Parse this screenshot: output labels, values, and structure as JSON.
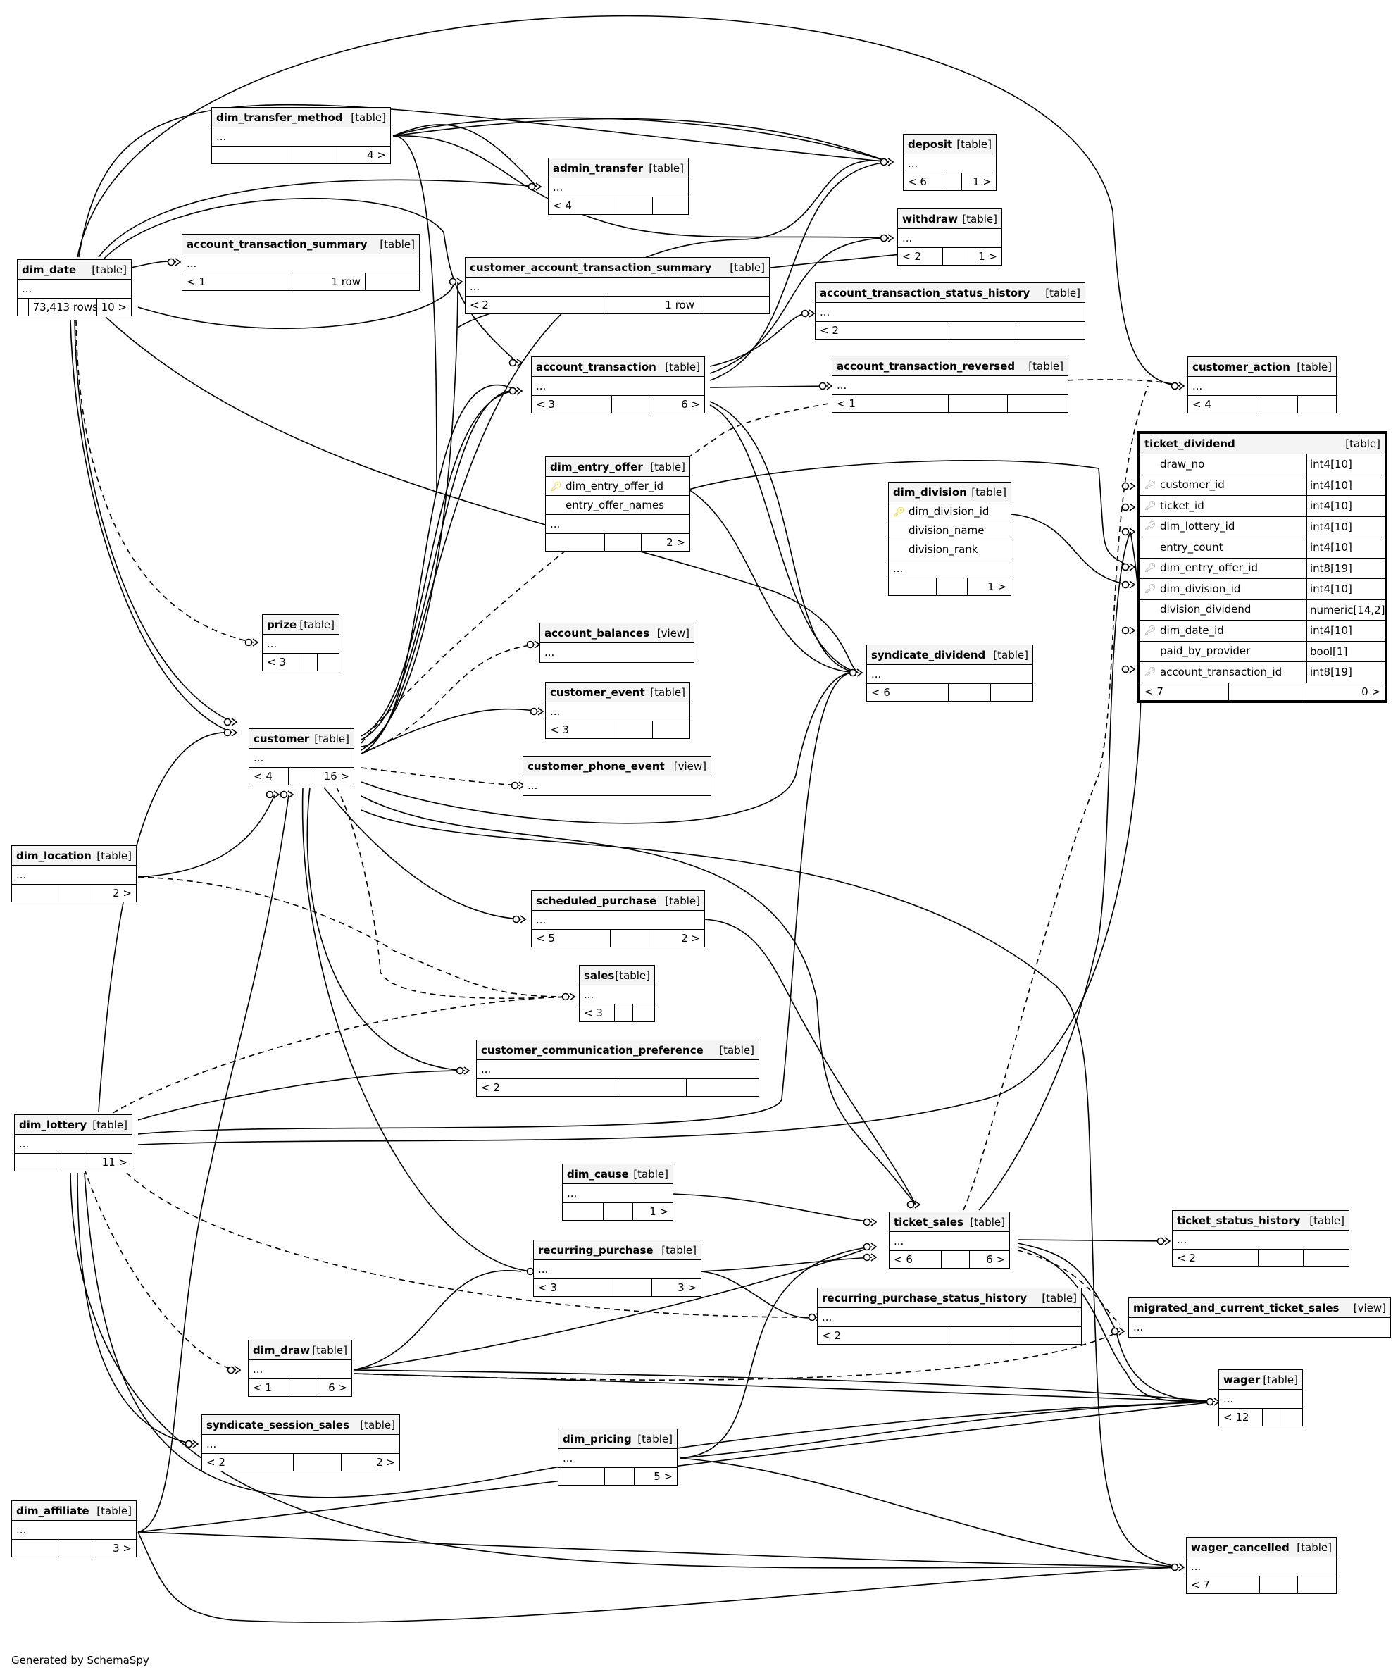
{
  "footer": "Generated by SchemaSpy",
  "tables": {
    "dim_transfer_method": {
      "name": "dim_transfer_method",
      "kind": "[table]",
      "f1": "",
      "f2": "",
      "f3": "4 >"
    },
    "admin_transfer": {
      "name": "admin_transfer",
      "kind": "[table]",
      "f1": "< 4",
      "f2": "",
      "f3": ""
    },
    "deposit": {
      "name": "deposit",
      "kind": "[table]",
      "f1": "< 6",
      "f2": "",
      "f3": "1 >"
    },
    "withdraw": {
      "name": "withdraw",
      "kind": "[table]",
      "f1": "< 2",
      "f2": "",
      "f3": "1 >"
    },
    "account_transaction_summary": {
      "name": "account_transaction_summary",
      "kind": "[table]",
      "f1": "< 1",
      "f2": "1 row",
      "f3": ""
    },
    "customer_account_transaction_summary": {
      "name": "customer_account_transaction_summary",
      "kind": "[table]",
      "f1": "< 2",
      "f2": "1 row",
      "f3": ""
    },
    "dim_date": {
      "name": "dim_date",
      "kind": "[table]",
      "f1": "",
      "f2": "73,413 rows",
      "f3": "10 >"
    },
    "account_transaction_status_history": {
      "name": "account_transaction_status_history",
      "kind": "[table]",
      "f1": "< 2",
      "f2": "",
      "f3": ""
    },
    "account_transaction": {
      "name": "account_transaction",
      "kind": "[table]",
      "f1": "< 3",
      "f2": "",
      "f3": "6 >"
    },
    "account_transaction_reversed": {
      "name": "account_transaction_reversed",
      "kind": "[table]",
      "f1": "< 1",
      "f2": "",
      "f3": ""
    },
    "customer_action": {
      "name": "customer_action",
      "kind": "[table]",
      "f1": "< 4",
      "f2": "",
      "f3": ""
    },
    "dim_entry_offer": {
      "name": "dim_entry_offer",
      "kind": "[table]",
      "cols": [
        "dim_entry_offer_id",
        "entry_offer_names"
      ],
      "f1": "",
      "f2": "",
      "f3": "2 >"
    },
    "dim_division": {
      "name": "dim_division",
      "kind": "[table]",
      "cols": [
        "dim_division_id",
        "division_name",
        "division_rank"
      ],
      "f1": "",
      "f2": "",
      "f3": "1 >"
    },
    "prize": {
      "name": "prize",
      "kind": "[table]",
      "f1": "< 3",
      "f2": "",
      "f3": ""
    },
    "account_balances": {
      "name": "account_balances",
      "kind": "[view]"
    },
    "syndicate_dividend": {
      "name": "syndicate_dividend",
      "kind": "[table]",
      "f1": "< 6",
      "f2": "",
      "f3": ""
    },
    "customer_event": {
      "name": "customer_event",
      "kind": "[table]",
      "f1": "< 3",
      "f2": "",
      "f3": ""
    },
    "customer": {
      "name": "customer",
      "kind": "[table]",
      "f1": "< 4",
      "f2": "",
      "f3": "16 >"
    },
    "customer_phone_event": {
      "name": "customer_phone_event",
      "kind": "[view]"
    },
    "dim_location": {
      "name": "dim_location",
      "kind": "[table]",
      "f1": "",
      "f2": "",
      "f3": "2 >"
    },
    "scheduled_purchase": {
      "name": "scheduled_purchase",
      "kind": "[table]",
      "f1": "< 5",
      "f2": "",
      "f3": "2 >"
    },
    "sales": {
      "name": "sales",
      "kind": "[table]",
      "f1": "< 3",
      "f2": "",
      "f3": ""
    },
    "customer_communication_preference": {
      "name": "customer_communication_preference",
      "kind": "[table]",
      "f1": "< 2",
      "f2": "",
      "f3": ""
    },
    "dim_lottery": {
      "name": "dim_lottery",
      "kind": "[table]",
      "f1": "",
      "f2": "",
      "f3": "11 >"
    },
    "dim_cause": {
      "name": "dim_cause",
      "kind": "[table]",
      "f1": "",
      "f2": "",
      "f3": "1 >"
    },
    "ticket_sales": {
      "name": "ticket_sales",
      "kind": "[table]",
      "f1": "< 6",
      "f2": "",
      "f3": "6 >"
    },
    "ticket_status_history": {
      "name": "ticket_status_history",
      "kind": "[table]",
      "f1": "< 2",
      "f2": "",
      "f3": ""
    },
    "recurring_purchase": {
      "name": "recurring_purchase",
      "kind": "[table]",
      "f1": "< 3",
      "f2": "",
      "f3": "3 >"
    },
    "recurring_purchase_status_history": {
      "name": "recurring_purchase_status_history",
      "kind": "[table]",
      "f1": "< 2",
      "f2": "",
      "f3": ""
    },
    "migrated_and_current_ticket_sales": {
      "name": "migrated_and_current_ticket_sales",
      "kind": "[view]"
    },
    "dim_draw": {
      "name": "dim_draw",
      "kind": "[table]",
      "f1": "< 1",
      "f2": "",
      "f3": "6 >"
    },
    "wager": {
      "name": "wager",
      "kind": "[table]",
      "f1": "< 12",
      "f2": "",
      "f3": ""
    },
    "syndicate_session_sales": {
      "name": "syndicate_session_sales",
      "kind": "[table]",
      "f1": "< 2",
      "f2": "",
      "f3": "2 >"
    },
    "dim_pricing": {
      "name": "dim_pricing",
      "kind": "[table]",
      "f1": "",
      "f2": "",
      "f3": "5 >"
    },
    "dim_affiliate": {
      "name": "dim_affiliate",
      "kind": "[table]",
      "f1": "",
      "f2": "",
      "f3": "3 >"
    },
    "wager_cancelled": {
      "name": "wager_cancelled",
      "kind": "[table]",
      "f1": "< 7",
      "f2": "",
      "f3": ""
    }
  },
  "ticket_dividend": {
    "name": "ticket_dividend",
    "kind": "[table]",
    "columns": [
      {
        "name": "draw_no",
        "type": "int4[10]",
        "key": "none"
      },
      {
        "name": "customer_id",
        "type": "int4[10]",
        "key": "fk"
      },
      {
        "name": "ticket_id",
        "type": "int4[10]",
        "key": "fk"
      },
      {
        "name": "dim_lottery_id",
        "type": "int4[10]",
        "key": "fk"
      },
      {
        "name": "entry_count",
        "type": "int4[10]",
        "key": "none"
      },
      {
        "name": "dim_entry_offer_id",
        "type": "int8[19]",
        "key": "fk"
      },
      {
        "name": "dim_division_id",
        "type": "int4[10]",
        "key": "fk"
      },
      {
        "name": "division_dividend",
        "type": "numeric[14,2]",
        "key": "none"
      },
      {
        "name": "dim_date_id",
        "type": "int4[10]",
        "key": "fk"
      },
      {
        "name": "paid_by_provider",
        "type": "bool[1]",
        "key": "none"
      },
      {
        "name": "account_transaction_id",
        "type": "int8[19]",
        "key": "fk"
      }
    ],
    "f1": "< 7",
    "f2": "",
    "f3": "0 >"
  }
}
